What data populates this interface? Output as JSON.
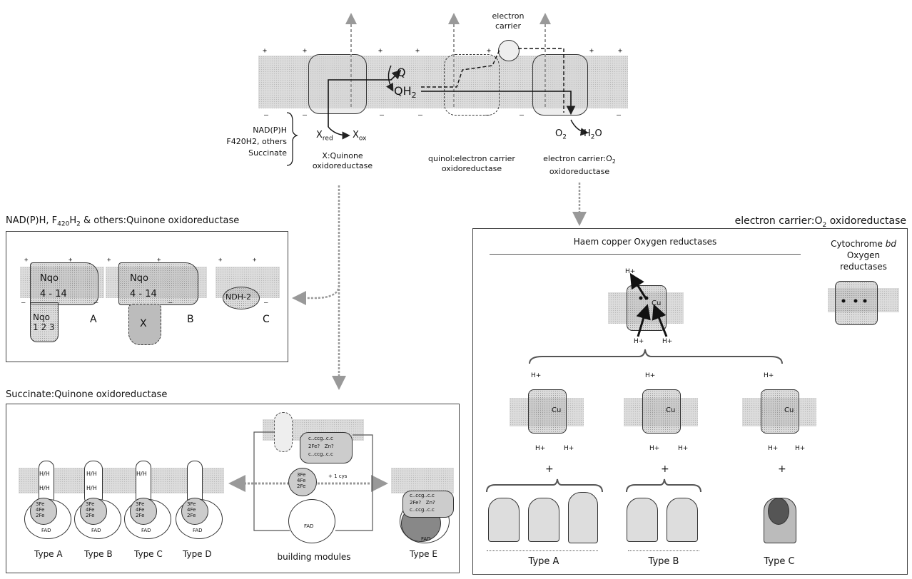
{
  "top": {
    "electron_carrier": "electron\ncarrier",
    "q": "Q",
    "qh2": "QH",
    "qh2_sub": "2",
    "x_red": "X",
    "x_red_sub": "red",
    "x_ox": "X",
    "x_ox_sub": "ox",
    "o2": "O",
    "o2_sub": "2",
    "h2o": "H",
    "h2o_sub": "2",
    "h2o_tail": "O",
    "substrates": [
      "NAD(P)H",
      "F420H2, others",
      "Succinate"
    ],
    "label_xq": "X:Quinone\noxidoreductase",
    "label_qec": "quinol:electron carrier\noxidoreductase",
    "label_ecO2": "electron carrier:O",
    "label_ecO2_sub": "2",
    "label_ecO2_tail": "oxidoreductase"
  },
  "nad_panel": {
    "title": "NAD(P)H, F",
    "title_sub": "420",
    "title_mid": "H",
    "title_sub2": "2",
    "title_tail": " & others:Quinone oxidoreductase",
    "nqo_big": "Nqo\n4 - 14",
    "nqo_small": "Nqo\n1 2 3",
    "x": "X",
    "ndh2": "NDH-2",
    "types": [
      "A",
      "B",
      "C"
    ]
  },
  "succ_panel": {
    "title": "Succinate:Quinone oxidoreductase",
    "types": [
      "Type A",
      "Type B",
      "Type C",
      "Type D",
      "Type E"
    ],
    "fe": "3Fe\n4Fe\n2Fe",
    "fad": "FAD",
    "hh": "H/H",
    "building": "building modules",
    "one_cys": "+ 1 cys",
    "ccg": "c..ccg..c.c\n2Fe?   Zn?\nc..ccg..c.c"
  },
  "o2_panel": {
    "title": "electron carrier:O",
    "title_sub": "2",
    "title_tail": " oxidoreductase",
    "haem": "Haem copper Oxygen reductases",
    "cyto": "Cytochrome ",
    "cyto_bd": "bd",
    "cyto_tail": "Oxygen\nreductases",
    "hplus": "H+",
    "cu": "Cu",
    "plus": "+",
    "types": [
      "Type A",
      "Type B",
      "Type C"
    ]
  }
}
